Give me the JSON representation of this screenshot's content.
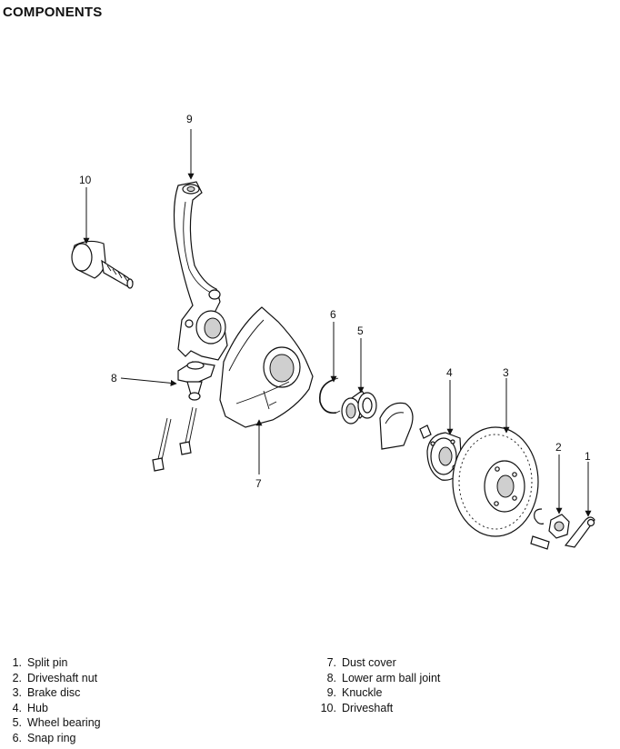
{
  "title": "COMPONENTS",
  "callouts": {
    "c1": "1",
    "c2": "2",
    "c3": "3",
    "c4": "4",
    "c5": "5",
    "c6": "6",
    "c7": "7",
    "c8": "8",
    "c9": "9",
    "c10": "10"
  },
  "legend": [
    {
      "num": "1.",
      "label": "Split pin"
    },
    {
      "num": "2.",
      "label": "Driveshaft nut"
    },
    {
      "num": "3.",
      "label": "Brake disc"
    },
    {
      "num": "4.",
      "label": "Hub"
    },
    {
      "num": "5.",
      "label": "Wheel bearing"
    },
    {
      "num": "6.",
      "label": "Snap ring"
    },
    {
      "num": "7.",
      "label": "Dust cover"
    },
    {
      "num": "8.",
      "label": "Lower arm ball joint"
    },
    {
      "num": "9.",
      "label": "Knuckle"
    },
    {
      "num": "10.",
      "label": "Driveshaft"
    }
  ]
}
